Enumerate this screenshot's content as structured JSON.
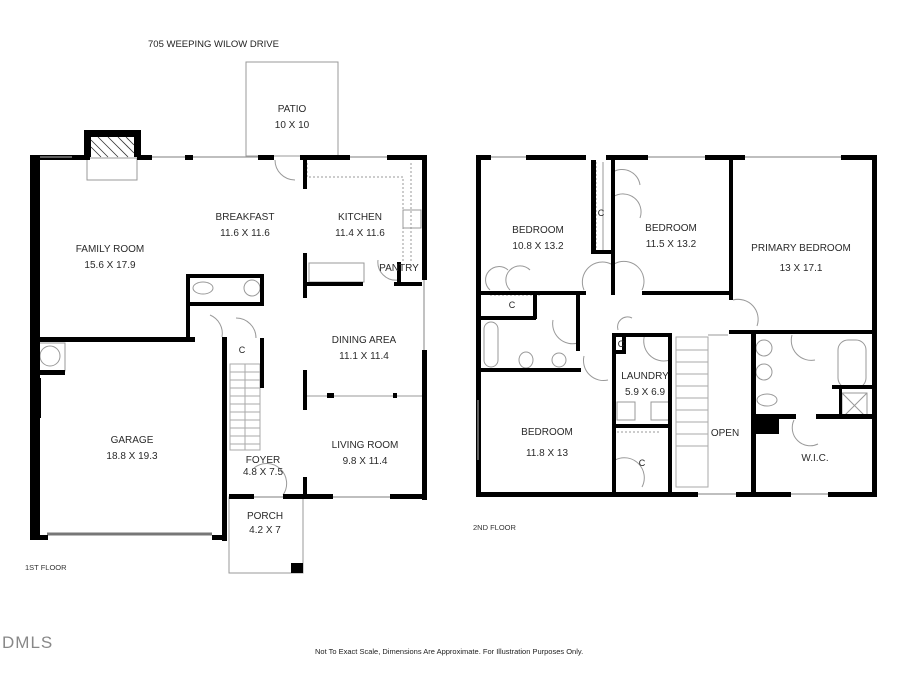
{
  "title": "705 WEEPING WILOW DRIVE",
  "floors": {
    "first": {
      "label": "1ST FLOOR",
      "rooms": [
        {
          "name": "PATIO",
          "dims": "10 X 10"
        },
        {
          "name": "BREAKFAST",
          "dims": "11.6 X 11.6"
        },
        {
          "name": "KITCHEN",
          "dims": "11.4 X 11.6"
        },
        {
          "name": "FAMILY ROOM",
          "dims": "15.6 X 17.9"
        },
        {
          "name": "PANTRY",
          "dims": ""
        },
        {
          "name": "DINING AREA",
          "dims": "11.1 X 11.4"
        },
        {
          "name": "GARAGE",
          "dims": "18.8 X 19.3"
        },
        {
          "name": "FOYER",
          "dims": "4.8 X 7.5"
        },
        {
          "name": "LIVING ROOM",
          "dims": "9.8 X 11.4"
        },
        {
          "name": "PORCH",
          "dims": "4.2 X 7"
        }
      ],
      "closets": [
        "C"
      ]
    },
    "second": {
      "label": "2ND FLOOR",
      "rooms": [
        {
          "name": "BEDROOM",
          "dims": "10.8 X 13.2"
        },
        {
          "name": "BEDROOM",
          "dims": "11.5 X 13.2"
        },
        {
          "name": "PRIMARY BEDROOM",
          "dims": "13 X 17.1"
        },
        {
          "name": "LAUNDRY",
          "dims": "5.9 X 6.9"
        },
        {
          "name": "BEDROOM",
          "dims": "11.8 X 13"
        },
        {
          "name": "OPEN",
          "dims": ""
        },
        {
          "name": "W.I.C.",
          "dims": ""
        }
      ],
      "closets": [
        "C",
        "C",
        "C",
        "C"
      ]
    }
  },
  "footer": {
    "note": "Not To Exact Scale, Dimensions Are Approximate. For Illustration Purposes Only.",
    "logo": "DMLS"
  }
}
